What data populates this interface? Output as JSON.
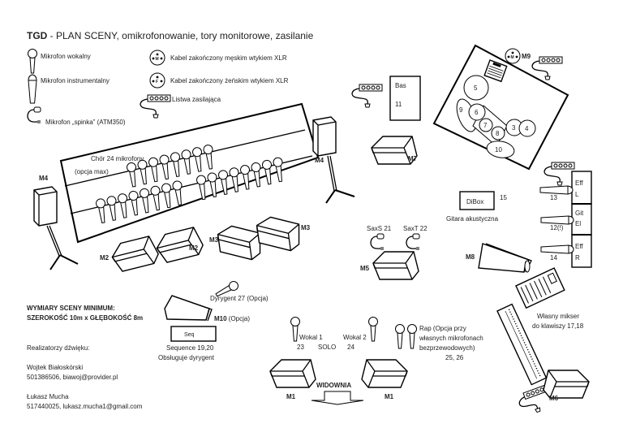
{
  "title": {
    "bold": "TGD",
    "rest": " - PLAN SCENY, omikrofonowanie, tory monitorowe, zasilanie"
  },
  "legend": {
    "vocal_mic": "Mikrofon wokalny",
    "instrument_mic": "Mikrofon instrumentalny",
    "clip_mic": "Mikrofon „spinka” (ATM350)",
    "xlr_male": "Kabel zakończony męskim wtykiem XLR",
    "xlr_female": "Kabel zakończony żeńskim wtykiem XLR",
    "power_strip": "Listwa zasilająca"
  },
  "choir": {
    "label_line1": "Chór 24 mikrofony",
    "label_line2": "(opcja max)",
    "mic_count": 24
  },
  "monitors": {
    "m1": "M1",
    "m2": "M2",
    "m3": "M3",
    "m4": "M4",
    "m5": "M5",
    "m6": "M6",
    "m7": "M7",
    "m8": "M8",
    "m9": "M9",
    "m10": "M10",
    "m10_note": "(Opcja)"
  },
  "drums": {
    "pieces": [
      "3",
      "4",
      "5",
      "6",
      "7",
      "8",
      "9",
      "10"
    ]
  },
  "bass": {
    "label": "Bas",
    "channel": "11"
  },
  "dibox": {
    "label": "DiBox",
    "channel": "15",
    "caption": "Gitara akustyczna"
  },
  "sax": {
    "alto": "SaxS 21",
    "tenor": "SaxT 22"
  },
  "guitar_amps": {
    "eff_l": [
      "Eff",
      "L"
    ],
    "git_el": [
      "Git",
      "El"
    ],
    "eff_r": [
      "Eff",
      "R"
    ],
    "ch_13": "13",
    "ch_12": "12(!)",
    "ch_14": "14"
  },
  "keyboard": {
    "caption_line1": "Własny mikser",
    "caption_line2": "do klawiszy 17,18"
  },
  "conductor": {
    "label": "Dyrygent 27 (Opcja)"
  },
  "sequencer": {
    "label": "Seq",
    "caption_line1": "Sequence 19,20",
    "caption_line2": "Obsługuje dyrygent"
  },
  "vocals": {
    "vocal1": "Wokal 1",
    "vocal2": "Wokal 2",
    "ch_23": "23",
    "solo": "SOLO",
    "ch_24": "24"
  },
  "rap": {
    "line1": "Rap (Opcja przy",
    "line2": "własnych mikrofonach",
    "line3": "bezprzewodowych)",
    "line4": "25, 26"
  },
  "audience": "WIDOWNIA",
  "stage_size": {
    "line1": "WYMIARY SCENY MINIMUM:",
    "line2": "SZEROKOŚĆ 10m x GŁĘBOKOŚĆ 8m"
  },
  "engineers": {
    "heading": "Realizatorzy dźwięku:",
    "people": [
      {
        "name": "Wojtek Białoskórski",
        "contact": "501386506, biawoj@provider.pl"
      },
      {
        "name": "Łukasz Mucha",
        "contact": "517440025, lukasz.mucha1@gmail.com"
      }
    ]
  }
}
